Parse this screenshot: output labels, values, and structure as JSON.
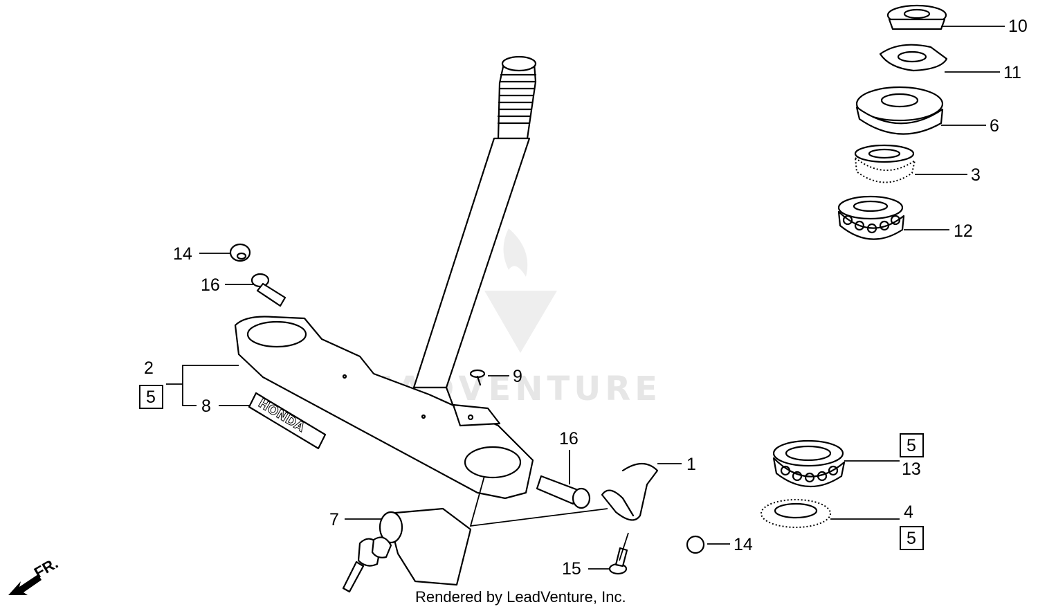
{
  "watermark": {
    "brand": "LEADVENTURE"
  },
  "footer": {
    "credit": "Rendered by LeadVenture, Inc."
  },
  "direction": {
    "label": "FR."
  },
  "emblem": {
    "text": "HONDA"
  },
  "callouts": {
    "c1": "1",
    "c2": "2",
    "c3": "3",
    "c4": "4",
    "c5_left": "5",
    "c5_right_top": "5",
    "c5_right_bottom": "5",
    "c6": "6",
    "c7": "7",
    "c8": "8",
    "c9": "9",
    "c10": "10",
    "c11": "11",
    "c12": "12",
    "c13": "13",
    "c14_top": "14",
    "c14_bottom": "14",
    "c15": "15",
    "c16_top": "16",
    "c16_mid": "16"
  }
}
